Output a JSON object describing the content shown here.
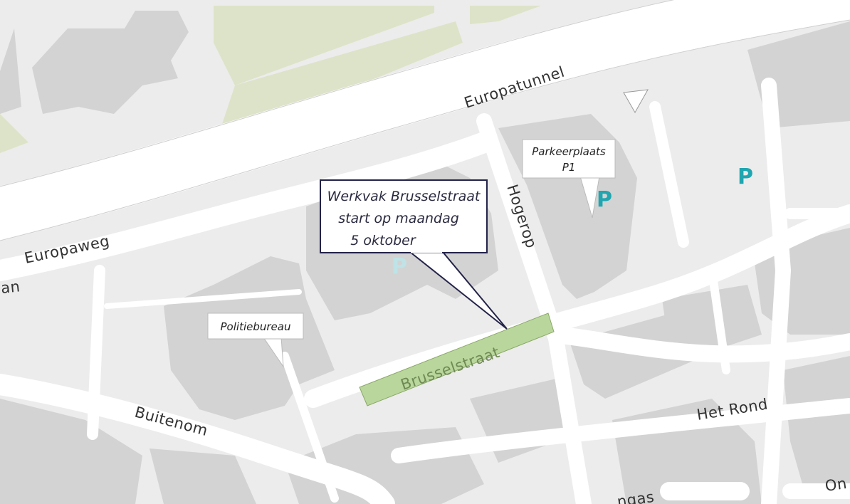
{
  "map": {
    "streets": {
      "europatunnel": "Europatunnel",
      "europaweg": "Europaweg",
      "left_edge_fragment": "an",
      "hogerop": "Hogerop",
      "brusselstraat": "Brusselstraat",
      "buitenom": "Buitenom",
      "het_rond": "Het Rond",
      "bottom_fragment": "ngas",
      "right_fragment": "On"
    },
    "pois": {
      "politiebureau": "Politiebureau",
      "parkeerplaats_line1": "Parkeerplaats",
      "parkeerplaats_line2": "P1"
    },
    "parking_symbol": "P",
    "callout": {
      "line1": "Werkvak Brusselstraat",
      "line2": "start op maandag",
      "line3": "5 oktober"
    },
    "colors": {
      "road": "#ffffff",
      "background": "#ececec",
      "building": "#d3d3d3",
      "green_area": "#dde3c8",
      "work_zone": "#b9d79c",
      "parking": "#1fa6b0",
      "callout_border": "#23234a"
    }
  }
}
